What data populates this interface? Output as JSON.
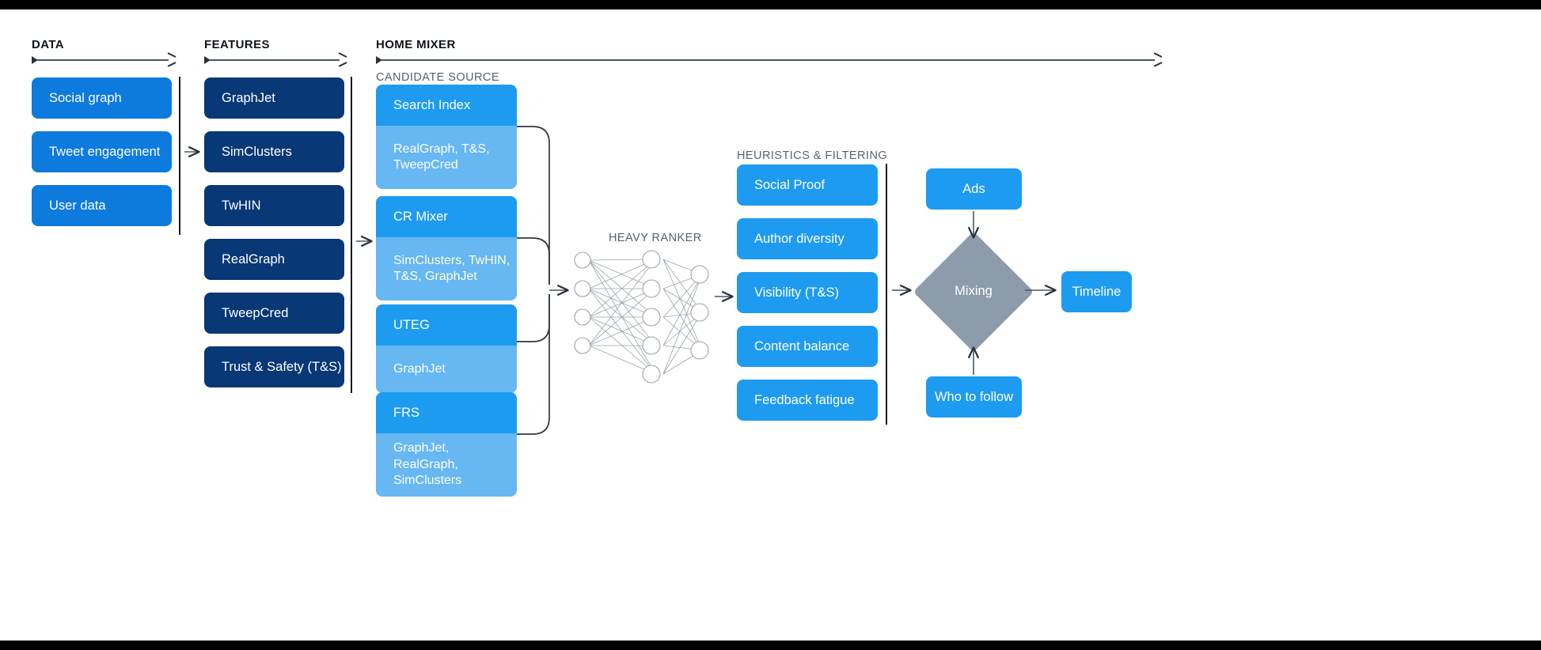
{
  "sections": {
    "data": {
      "title": "DATA"
    },
    "features": {
      "title": "FEATURES"
    },
    "home_mixer": {
      "title": "HOME MIXER"
    },
    "candidate_source": {
      "label": "CANDIDATE SOURCE"
    },
    "heavy_ranker": {
      "label": "HEAVY RANKER"
    },
    "heuristics": {
      "label": "HEURISTICS & FILTERING"
    }
  },
  "data_boxes": [
    {
      "label": "Social graph"
    },
    {
      "label": "Tweet engagement"
    },
    {
      "label": "User data"
    }
  ],
  "feature_boxes": [
    {
      "label": "GraphJet"
    },
    {
      "label": "SimClusters"
    },
    {
      "label": "TwHIN"
    },
    {
      "label": "RealGraph"
    },
    {
      "label": "TweepCred"
    },
    {
      "label": "Trust & Safety (T&S)"
    }
  ],
  "candidate_sources": [
    {
      "title": "Search Index",
      "features": "RealGraph, T&S, TweepCred"
    },
    {
      "title": "CR Mixer",
      "features": "SimClusters, TwHIN, T&S, GraphJet"
    },
    {
      "title": "UTEG",
      "features": "GraphJet"
    },
    {
      "title": "FRS",
      "features": "GraphJet, RealGraph, SimClusters"
    }
  ],
  "heuristic_boxes": [
    {
      "label": "Social Proof"
    },
    {
      "label": "Author diversity"
    },
    {
      "label": "Visibility (T&S)"
    },
    {
      "label": "Content balance"
    },
    {
      "label": "Feedback fatigue"
    }
  ],
  "outputs": {
    "ads": "Ads",
    "mixing": "Mixing",
    "who_to_follow": "Who to follow",
    "timeline": "Timeline"
  },
  "neural_net": {
    "input_nodes": 4,
    "hidden_nodes": 5,
    "output_nodes": 3
  },
  "colors": {
    "data_blue": "#0d7ade",
    "feature_navy": "#083875",
    "candidate_header": "#1d9bf0",
    "candidate_body": "#66b7f2",
    "heuristic_blue": "#1d9bf0",
    "mixing_grey": "#8c9cab",
    "label_grey": "#536471",
    "title_dark": "#0f1419"
  }
}
